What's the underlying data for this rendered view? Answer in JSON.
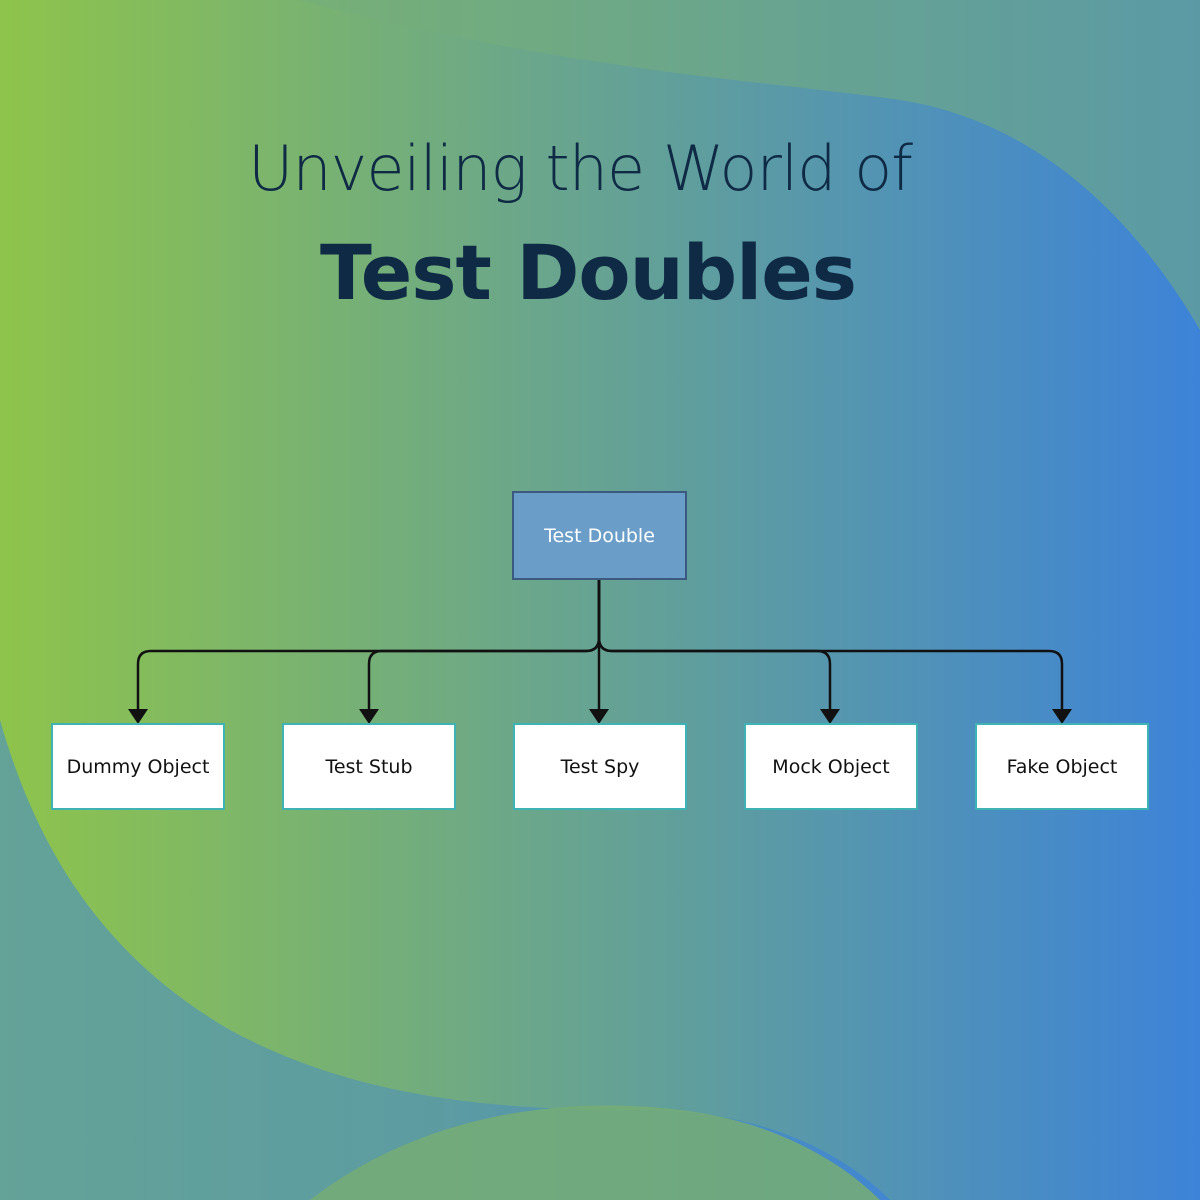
{
  "title": {
    "line1": "Unveiling the World of",
    "line2": "Test Doubles"
  },
  "diagram": {
    "root": "Test Double",
    "children": [
      "Dummy Object",
      "Test Stub",
      "Test Spy",
      "Mock Object",
      "Fake Object"
    ]
  },
  "colors": {
    "gradient_left": "#8dc34a",
    "gradient_right": "#3d82d6",
    "title_text": "#0f2a45",
    "root_fill": "#6a9ec8",
    "child_border": "#3fb3b3",
    "connector": "#111111"
  }
}
